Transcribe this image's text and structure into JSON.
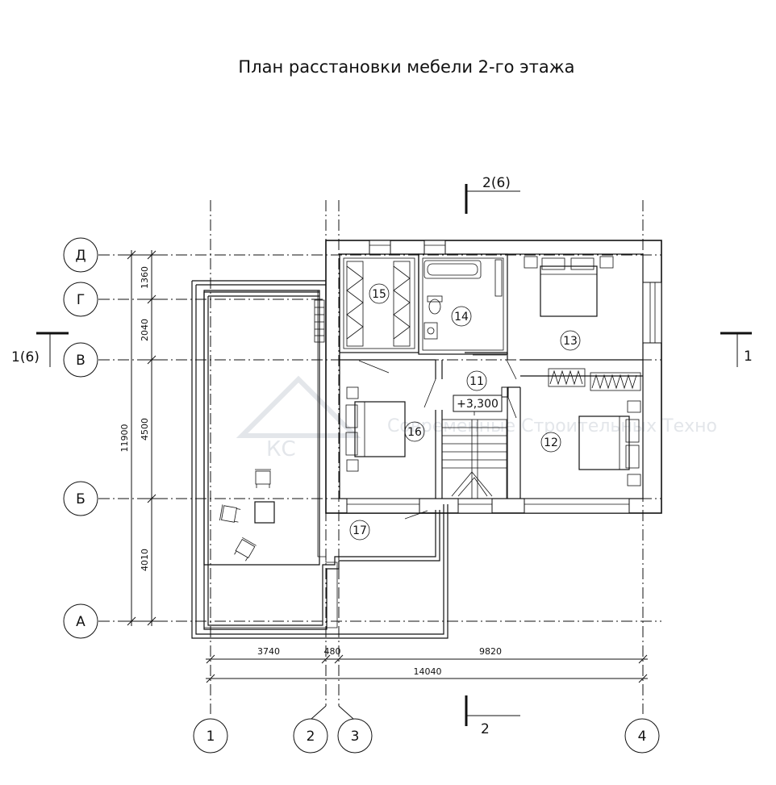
{
  "title": "План расстановки мебели 2-го этажа",
  "axes": {
    "rows": [
      "Д",
      "Г",
      "В",
      "Б",
      "А"
    ],
    "columns": [
      "1",
      "2",
      "3",
      "4"
    ]
  },
  "sections": {
    "top": "2(6)",
    "bottom": "2",
    "left": "1(6)",
    "right": "1"
  },
  "dimensions": {
    "vertical": [
      "1360",
      "2040",
      "4500",
      "4010"
    ],
    "vertical_total": "11900",
    "horizontal": [
      "3740",
      "480",
      "9820"
    ],
    "horizontal_total": "14040"
  },
  "rooms": [
    "11",
    "12",
    "13",
    "14",
    "15",
    "16",
    "17"
  ],
  "elevation": "+3,300",
  "watermark": "Современные Строительных Техно",
  "watermark_logo": "КС"
}
